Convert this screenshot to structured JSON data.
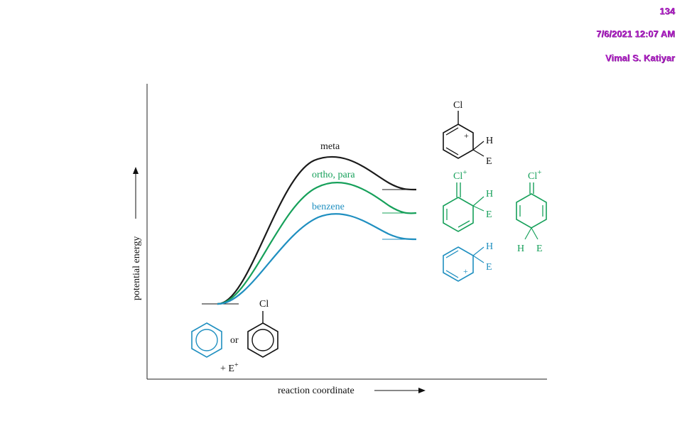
{
  "header": {
    "page_number": "134",
    "datetime": "7/6/2021 12:07 AM",
    "author": "Vimal S. Katiyar"
  },
  "axes": {
    "x_label": "reaction coordinate",
    "y_label": "potential energy"
  },
  "curves": {
    "meta": "meta",
    "ortho_para": "ortho, para",
    "benzene": "benzene"
  },
  "reactants": {
    "or_text": "or",
    "electrophile": "+ E",
    "superscript": "+",
    "chloro_label": "Cl"
  },
  "intermediates": {
    "meta": {
      "cl": "Cl",
      "h": "H",
      "e": "E",
      "charge": "+"
    },
    "ortho": {
      "cl": "Cl",
      "charge": "+",
      "h": "H",
      "e": "E"
    },
    "para": {
      "cl": "Cl",
      "charge": "+",
      "h": "H",
      "e": "E"
    },
    "benzene": {
      "h": "H",
      "e": "E",
      "charge": "+"
    }
  },
  "colors": {
    "meta": "#1a1a1a",
    "ortho_para": "#16a05a",
    "benzene": "#1f8fc0",
    "header": "#b021c7"
  }
}
